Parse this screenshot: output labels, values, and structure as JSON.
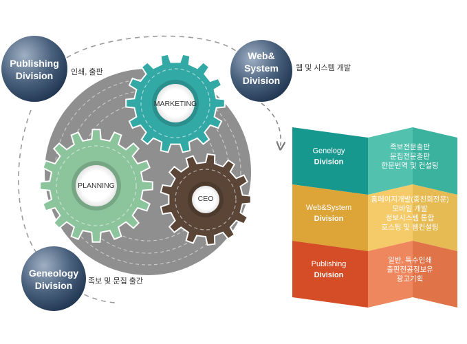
{
  "divisions": {
    "publishing": {
      "line1": "Publishing",
      "line2": "Division",
      "caption": "인쇄, 출판"
    },
    "web": {
      "line1": "Web&",
      "line2": "System",
      "line3": "Division",
      "caption": "웹 및 시스템 개발"
    },
    "geneology": {
      "line1": "Geneology",
      "line2": "Division",
      "caption": "족보 및 문집 출간"
    }
  },
  "gears": {
    "marketing": {
      "label": "MARKETING",
      "color": "#33a9a6"
    },
    "planning": {
      "label": "PLANNING",
      "color": "#8cc49c"
    },
    "ceo": {
      "label": "CEO",
      "color": "#5a4536"
    }
  },
  "panel": {
    "rows": [
      {
        "title1": "Genelogy",
        "title2": "Division",
        "services": [
          "족보전문출판",
          "문집전문출판",
          "한문번역 및 컨설팅"
        ],
        "color_left": "#1aa59c",
        "color_right": "#3fbca6"
      },
      {
        "title1": "Web&System",
        "title2": "Division",
        "services": [
          "홈페이지개발(종친회전문)",
          "모바일 개발",
          "정보시스템 통합",
          "호스팅 및 웹컨설팅"
        ],
        "color_left": "#f0b43c",
        "color_right": "#f4c659"
      },
      {
        "title1": "Publishing",
        "title2": "Division",
        "services": [
          "일반, 특수인쇄",
          "출판전공정보유",
          "광고기획"
        ],
        "color_left": "#e7542b",
        "color_right": "#ee7a4c"
      }
    ]
  }
}
